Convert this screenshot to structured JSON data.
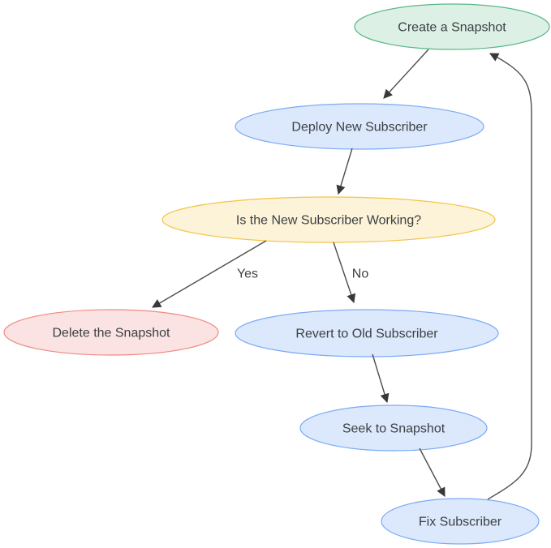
{
  "diagram": {
    "background": "#ffffff",
    "text_color": "#3c4043",
    "edge_color": "#4d4d4d",
    "arrowhead_color": "#383838",
    "nodes": [
      {
        "id": "create-a-snapshot",
        "label": "Create a Snapshot",
        "fill": "#dcf0e5",
        "stroke": "#58b787"
      },
      {
        "id": "deploy-new-subscriber",
        "label": "Deploy New Subscriber",
        "fill": "#dce8fb",
        "stroke": "#7baaf7"
      },
      {
        "id": "is-the-new-subscriber-working",
        "label": "Is the New Subscriber Working?",
        "fill": "#fcf3d8",
        "stroke": "#f5c243"
      },
      {
        "id": "delete-the-snapshot",
        "label": "Delete the Snapshot",
        "fill": "#fbe3e3",
        "stroke": "#ef8a80"
      },
      {
        "id": "revert-to-old-subscriber",
        "label": "Revert to Old Subscriber",
        "fill": "#dce8fb",
        "stroke": "#7baaf7"
      },
      {
        "id": "seek-to-snapshot",
        "label": "Seek to Snapshot",
        "fill": "#dce8fb",
        "stroke": "#7baaf7"
      },
      {
        "id": "fix-subscriber",
        "label": "Fix Subscriber",
        "fill": "#dce8fb",
        "stroke": "#7baaf7"
      }
    ],
    "edges": [
      {
        "from": "create-a-snapshot",
        "to": "deploy-new-subscriber",
        "label": ""
      },
      {
        "from": "deploy-new-subscriber",
        "to": "is-the-new-subscriber-working",
        "label": ""
      },
      {
        "from": "is-the-new-subscriber-working",
        "to": "delete-the-snapshot",
        "label": "Yes"
      },
      {
        "from": "is-the-new-subscriber-working",
        "to": "revert-to-old-subscriber",
        "label": "No"
      },
      {
        "from": "revert-to-old-subscriber",
        "to": "seek-to-snapshot",
        "label": ""
      },
      {
        "from": "seek-to-snapshot",
        "to": "fix-subscriber",
        "label": ""
      },
      {
        "from": "fix-subscriber",
        "to": "create-a-snapshot",
        "label": ""
      }
    ]
  }
}
